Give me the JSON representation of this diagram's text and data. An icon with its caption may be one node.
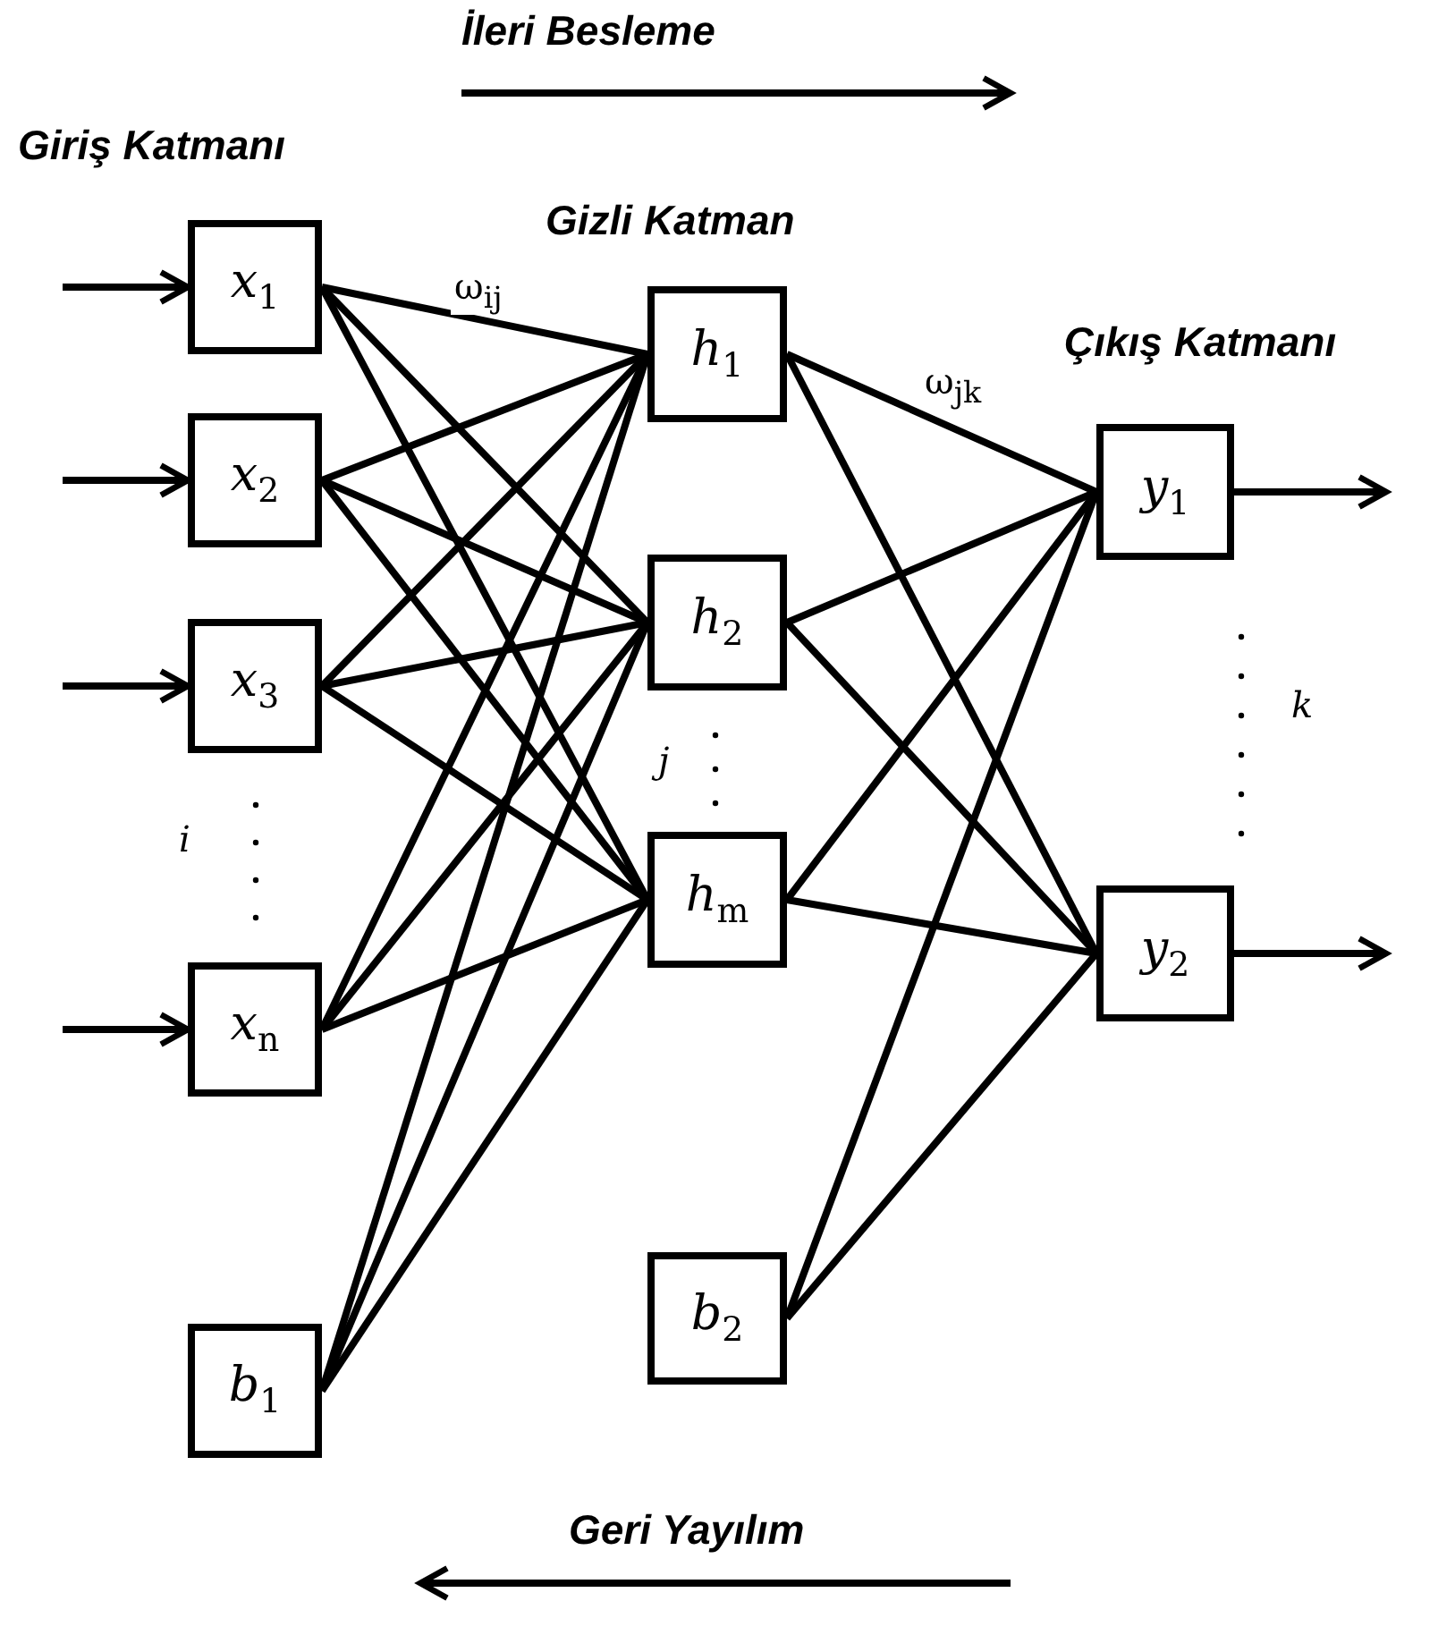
{
  "diagram": {
    "nodes": [
      {
        "text": [
          "*x*$_{1}$"
        ]
      },
      {
        "text": [
          "*x*$_{2}$"
        ]
      },
      {
        "text": [
          "*x*$_{3}$"
        ]
      },
      {
        "text": [
          "*x*$_{n}$"
        ]
      },
      {
        "text": [
          "*b*$_{1}$"
        ]
      },
      {
        "text": [
          "*h*$_{1}$"
        ]
      },
      {
        "text": [
          "*h*$_{2}$"
        ]
      },
      {
        "text": [
          "*h*$_{m}$"
        ]
      },
      {
        "text": [
          "*b*$_{2}$"
        ]
      },
      {
        "text": [
          "*y*$_{1}$"
        ]
      },
      {
        "text": [
          "*y*$_{2}$"
        ]
      }
    ],
    "edges": [
      {
        "from": null,
        "to": 0,
        "arrow": "to"
      },
      {
        "from": null,
        "to": 1,
        "arrow": "to"
      },
      {
        "from": null,
        "to": 2,
        "arrow": "to"
      },
      {
        "from": null,
        "to": 3,
        "arrow": "to"
      },
      {
        "from": 0,
        "to": 5,
        "arrow": "none",
        "label": "ω$_{ij}$"
      },
      {
        "from": 0,
        "to": 6,
        "arrow": "none"
      },
      {
        "from": 0,
        "to": 7,
        "arrow": "none"
      },
      {
        "from": 1,
        "to": 5,
        "arrow": "none"
      },
      {
        "from": 1,
        "to": 6,
        "arrow": "none"
      },
      {
        "from": 1,
        "to": 7,
        "arrow": "none"
      },
      {
        "from": 2,
        "to": 5,
        "arrow": "none"
      },
      {
        "from": 2,
        "to": 6,
        "arrow": "none"
      },
      {
        "from": 2,
        "to": 7,
        "arrow": "none"
      },
      {
        "from": 3,
        "to": 5,
        "arrow": "none"
      },
      {
        "from": 3,
        "to": 6,
        "arrow": "none"
      },
      {
        "from": 3,
        "to": 7,
        "arrow": "none"
      },
      {
        "from": 4,
        "to": 5,
        "arrow": "none"
      },
      {
        "from": 4,
        "to": 6,
        "arrow": "none"
      },
      {
        "from": 4,
        "to": 7,
        "arrow": "none"
      },
      {
        "from": 5,
        "to": 9,
        "arrow": "none",
        "label": "ω$_{jk}$"
      },
      {
        "from": 5,
        "to": 10,
        "arrow": "none"
      },
      {
        "from": 6,
        "to": 9,
        "arrow": "none"
      },
      {
        "from": 6,
        "to": 10,
        "arrow": "none"
      },
      {
        "from": 7,
        "to": 9,
        "arrow": "none"
      },
      {
        "from": 7,
        "to": 10,
        "arrow": "none"
      },
      {
        "from": 8,
        "to": 9,
        "arrow": "none"
      },
      {
        "from": 8,
        "to": 10,
        "arrow": "none"
      },
      {
        "from": 9,
        "to": null,
        "arrow": "to"
      },
      {
        "from": 10,
        "to": null,
        "arrow": "to"
      }
    ],
    "labels": [
      "İleri Besleme",
      "Giriş Katmanı",
      "Gizli Katman",
      "Çıkış Katmanı",
      "k",
      "j",
      "i",
      "Geri Yayılım"
    ]
  }
}
